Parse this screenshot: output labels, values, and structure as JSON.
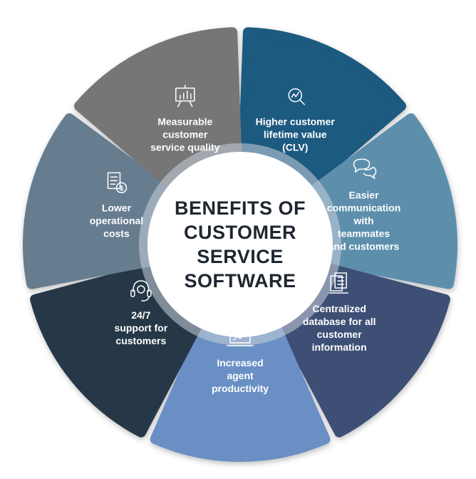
{
  "center": {
    "lines": [
      "BENEFITS OF",
      "CUSTOMER",
      "SERVICE",
      "SOFTWARE"
    ]
  },
  "segments": [
    {
      "id": "clv",
      "icon": "magnifier-chart-icon",
      "color": "#1c5a80",
      "lines": [
        "Higher customer",
        "lifetime value",
        "(CLV)"
      ]
    },
    {
      "id": "communication",
      "icon": "chat-bubbles-icon",
      "color": "#5d8fad",
      "lines": [
        "Easier",
        "communication",
        "with",
        "teammates",
        "and customers"
      ]
    },
    {
      "id": "database",
      "icon": "documents-icon",
      "color": "#3e4f74",
      "lines": [
        "Centralized",
        "database for all",
        "customer",
        "information"
      ]
    },
    {
      "id": "productivity",
      "icon": "laptop-chart-icon",
      "color": "#6a8fc4",
      "lines": [
        "Increased",
        "agent",
        "productivity"
      ]
    },
    {
      "id": "support",
      "icon": "headset-icon",
      "color": "#263847",
      "lines": [
        "24/7",
        "support for",
        "customers"
      ]
    },
    {
      "id": "costs",
      "icon": "invoice-dollar-icon",
      "color": "#667b8f",
      "lines": [
        "Lower",
        "operational",
        "costs"
      ]
    },
    {
      "id": "quality",
      "icon": "presentation-board-icon",
      "color": "#767676",
      "lines": [
        "Measurable",
        "customer",
        "service quality"
      ]
    }
  ]
}
